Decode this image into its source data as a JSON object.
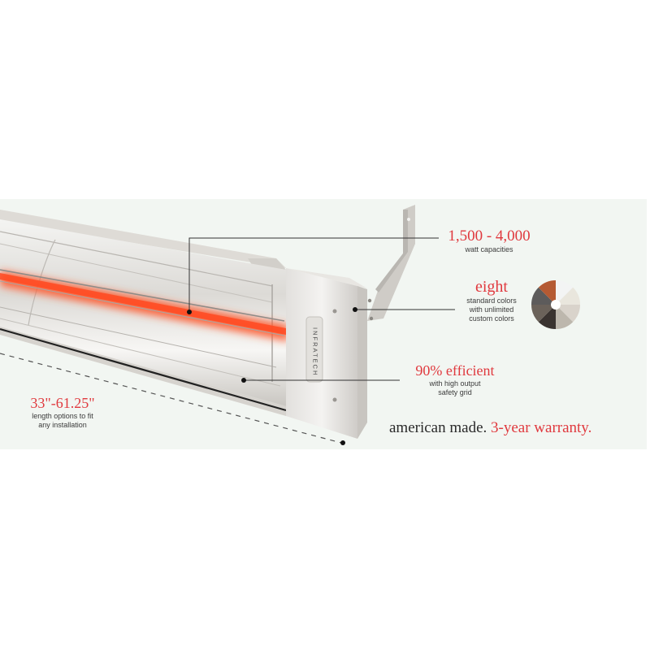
{
  "brand": {
    "logo_text": "INFRATECH"
  },
  "colors": {
    "accent_red": "#e0393e",
    "band_background": "#f2f6f2",
    "text_dark": "#2a2a2a",
    "heater_glow": "#ff5a2e"
  },
  "callouts": {
    "wattage": {
      "headline": "1,500 - 4,000",
      "sub_lines": [
        "watt capacities"
      ]
    },
    "colors": {
      "headline": "eight",
      "sub_lines": [
        "standard colors",
        "with unlimited",
        "custom colors"
      ]
    },
    "efficiency": {
      "headline": "90% efficient",
      "sub_lines": [
        "with high output",
        "safety grid"
      ]
    },
    "length": {
      "headline": "33\"-61.25\"",
      "sub_lines": [
        "length options to fit",
        "any installation"
      ]
    }
  },
  "tagline": {
    "part1": "american made.",
    "part2": "3-year warranty."
  },
  "color_wheel": {
    "swatches": [
      "#f3f4f4",
      "#e9e6dd",
      "#d9d3cb",
      "#bdb7ad",
      "#3a3330",
      "#6b625a",
      "#5d5b5b",
      "#b55a33"
    ]
  }
}
